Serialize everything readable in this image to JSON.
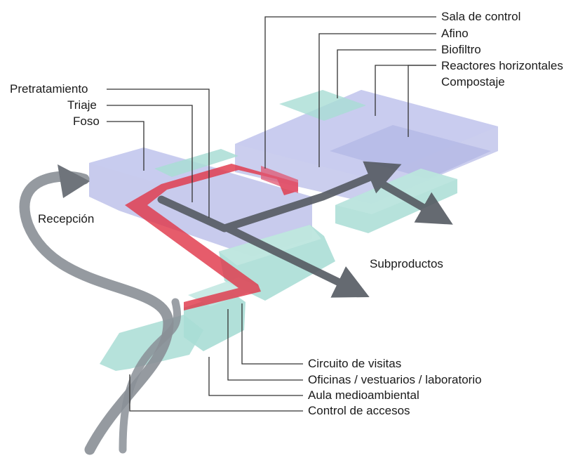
{
  "labels": {
    "sala_control": "Sala de control",
    "afino": "Afino",
    "biofiltro": "Biofiltro",
    "reactores": "Reactores horizontales",
    "compostaje": "Compostaje",
    "pretratamiento": "Pretratamiento",
    "triaje": "Triaje",
    "foso": "Foso",
    "recepcion": "Recepción",
    "subproductos": "Subproductos",
    "circuito_visitas": "Circuito de visitas",
    "oficinas": "Oficinas / vestuarios / laboratorio",
    "aula": "Aula medioambiental",
    "control_accesos": "Control de accesos"
  },
  "colors": {
    "process_volume": "#b9bde8",
    "support_volume": "#a9ddd5",
    "visit_route": "#e0384a",
    "flow_arrow": "#555a62",
    "leader_line": "#333333"
  },
  "icons": {
    "flow": "arrow-icon",
    "route": "visit-route"
  }
}
